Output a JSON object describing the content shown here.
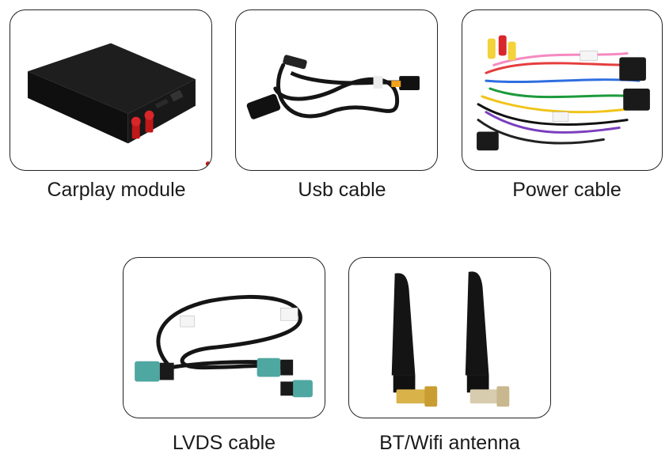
{
  "items": [
    {
      "id": "carplay-module",
      "label": "Carplay module"
    },
    {
      "id": "usb-cable",
      "label": "Usb cable"
    },
    {
      "id": "power-cable",
      "label": "Power cable"
    },
    {
      "id": "lvds-cable",
      "label": "LVDS cable"
    },
    {
      "id": "bt-wifi-antenna",
      "label": "BT/Wifi antenna"
    }
  ],
  "colors": {
    "border": "#222222",
    "product_black": "#141414",
    "connector_red": "#c0181a",
    "connector_teal": "#4fa7a1",
    "connector_gold": "#d9b24a",
    "connector_yellow": "#f3d23a"
  }
}
